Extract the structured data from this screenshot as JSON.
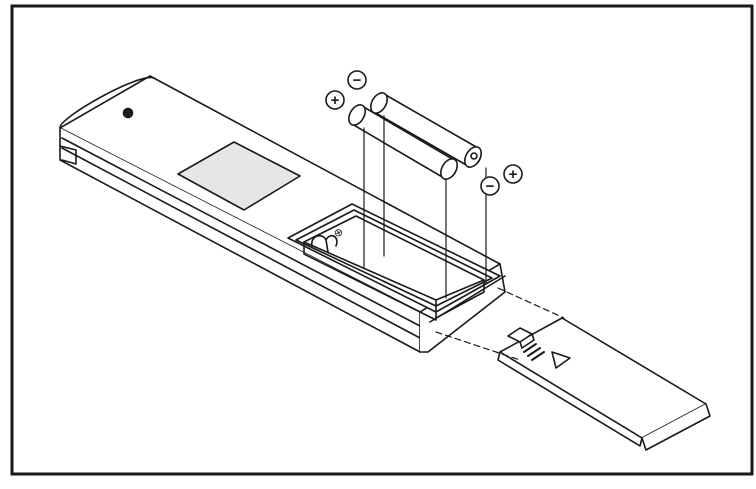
{
  "figure": {
    "type": "line-art illustration",
    "subject": "remote-control-battery-installation",
    "colors": {
      "ink": "#1a1a1a",
      "paper": "#ffffff",
      "display-fill": "#e6e6e6"
    },
    "polarity_marks": [
      {
        "id": "plus-left",
        "symbol": "+"
      },
      {
        "id": "minus-left",
        "symbol": "−"
      },
      {
        "id": "minus-right",
        "symbol": "−"
      },
      {
        "id": "plus-right",
        "symbol": "+"
      }
    ]
  }
}
